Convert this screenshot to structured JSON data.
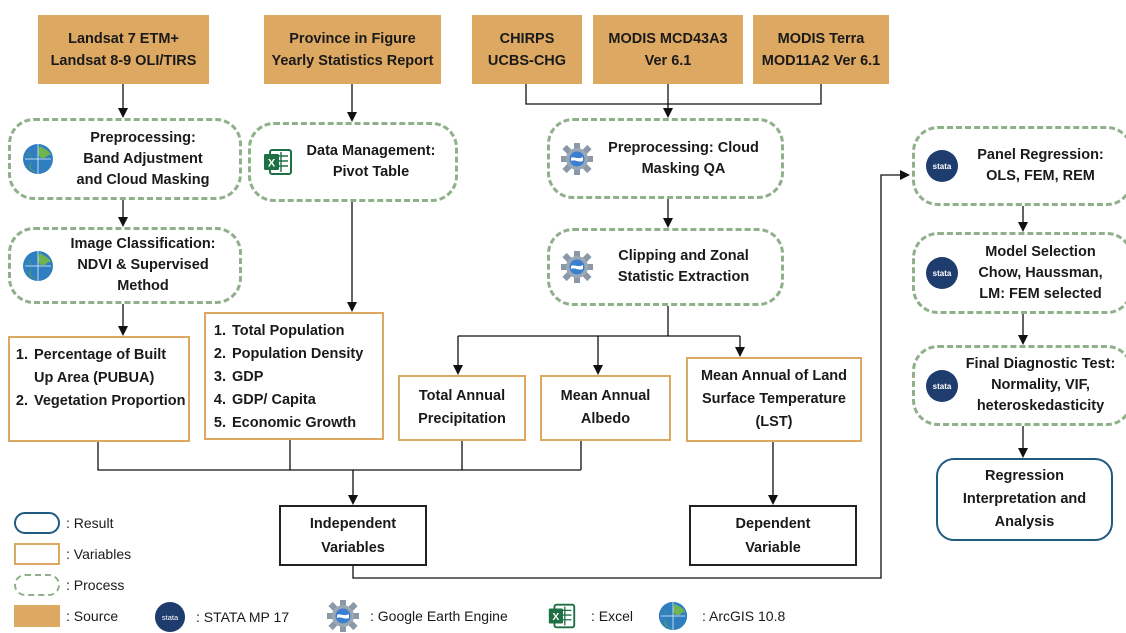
{
  "sources": {
    "landsat": [
      "Landsat 7 ETM+",
      "Landsat 8-9 OLI/TIRS"
    ],
    "province": [
      "Province in Figure",
      "Yearly Statistics Report"
    ],
    "chirps": [
      "CHIRPS",
      "UCBS-CHG"
    ],
    "mcd43a3": [
      "MODIS MCD43A3",
      "Ver 6.1"
    ],
    "terra": [
      "MODIS Terra",
      "MOD11A2 Ver 6.1"
    ]
  },
  "processes": {
    "preproc_band": [
      "Preprocessing:",
      "Band Adjustment",
      "and Cloud Masking"
    ],
    "image_class": [
      "Image Classification:",
      "NDVI & Supervised",
      "Method"
    ],
    "data_mgmt": [
      "Data Management:",
      "Pivot Table"
    ],
    "preproc_cloud": [
      "Preprocessing: Cloud",
      "Masking QA"
    ],
    "clipping": [
      "Clipping and Zonal",
      "Statistic Extraction"
    ],
    "panel_reg": [
      "Panel Regression:",
      "OLS, FEM, REM"
    ],
    "model_sel": [
      "Model Selection",
      "Chow, Haussman,",
      "LM: FEM selected"
    ],
    "final_diag": [
      "Final Diagnostic Test:",
      "Normality, VIF,",
      "heteroskedasticity"
    ]
  },
  "variables": {
    "pubua": [
      "Percentage of Built Up Area (PUBUA)",
      "Vegetation Proportion"
    ],
    "province_vars": [
      "Total Population",
      "Population Density",
      "GDP",
      "GDP/ Capita",
      "Economic Growth"
    ],
    "precip": [
      "Total Annual",
      "Precipitation"
    ],
    "albedo": [
      "Mean Annual",
      "Albedo"
    ],
    "lst": [
      "Mean Annual of Land",
      "Surface Temperature",
      "(LST)"
    ]
  },
  "independent": [
    "Independent",
    "Variables"
  ],
  "dependent": [
    "Dependent",
    "Variable"
  ],
  "result": [
    "Regression",
    "Interpretation and",
    "Analysis"
  ],
  "legend": {
    "result": ": Result",
    "variables": ": Variables",
    "process": ": Process",
    "source": ": Source",
    "stata": ": STATA MP 17",
    "gee": ": Google Earth Engine",
    "excel": ": Excel",
    "arcgis": ": ArcGIS 10.8"
  },
  "icon_text": {
    "stata": "stata",
    "excel": "X"
  },
  "colors": {
    "source": "#dda862",
    "variable_border": "#dda862",
    "process_border": "#8fb08a",
    "result_border": "#1f5a80",
    "stata": "#1f3c6e",
    "excel": "#1d7044"
  }
}
